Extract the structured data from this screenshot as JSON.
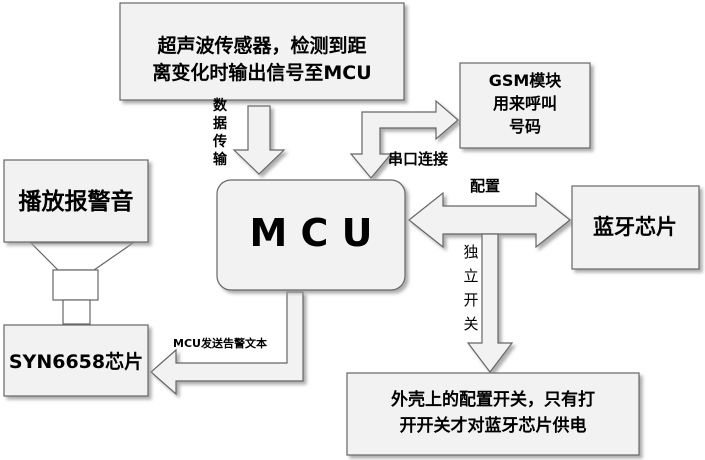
{
  "nodes": {
    "sensor": {
      "lines": [
        "超声波传感器，检测到距",
        "离变化时输出信号至MCU"
      ]
    },
    "gsm": {
      "lines": [
        "GSM模块",
        "用来呼叫",
        "号码"
      ]
    },
    "mcu": {
      "label": "M C U"
    },
    "bluetooth": {
      "label": "蓝牙芯片"
    },
    "alarm": {
      "label": "播放报警音"
    },
    "syn": {
      "label": "SYN6658芯片"
    },
    "switch": {
      "lines": [
        "外壳上的配置开关，只有打",
        "开开关才对蓝牙芯片供电"
      ]
    }
  },
  "edges": {
    "data_transfer": "数据传输",
    "serial": "串口连接",
    "config": "配置",
    "independent_switch": "独立开关",
    "send_text": "MCU发送告警文本"
  }
}
